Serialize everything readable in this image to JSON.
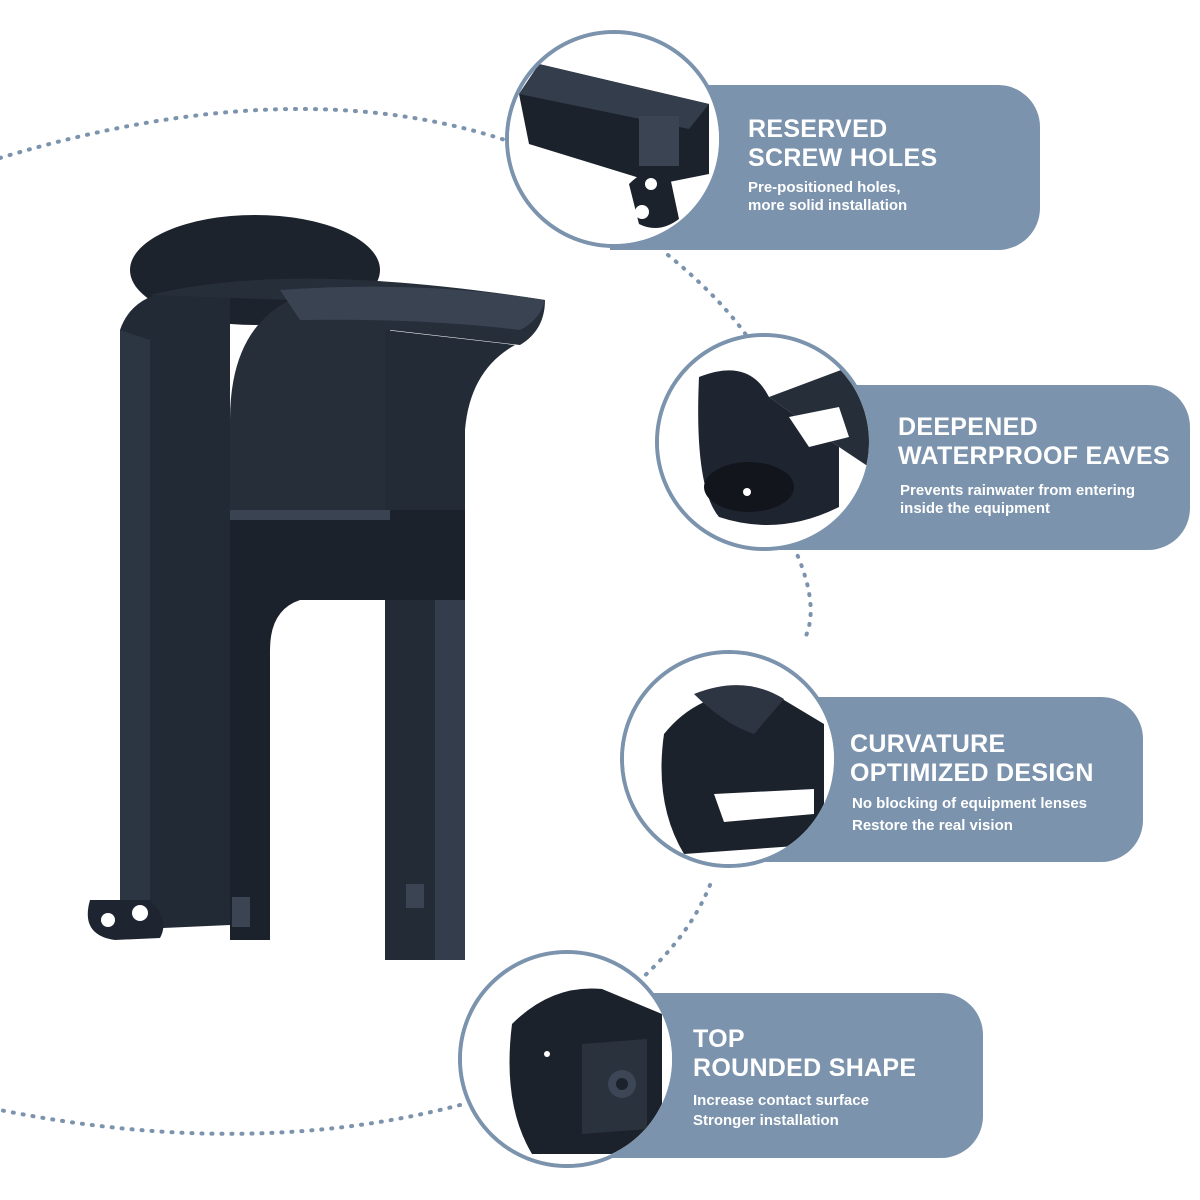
{
  "colors": {
    "card_bg": "#7b93ad",
    "card_text": "#ffffff",
    "dotted_line": "#7b93ad",
    "product": "#1f2530",
    "product_highlight": "#3a4352"
  },
  "features": [
    {
      "title_lines": [
        "RESERVED",
        "SCREW HOLES"
      ],
      "desc_lines": [
        "Pre-positioned holes,",
        "more solid installation"
      ],
      "icon": "screw-hole-closeup-icon"
    },
    {
      "title_lines": [
        "DEEPENED",
        "WATERPROOF EAVES"
      ],
      "desc_lines": [
        "Prevents rainwater from entering",
        "inside the equipment"
      ],
      "icon": "eaves-closeup-icon"
    },
    {
      "title_lines": [
        "CURVATURE",
        "OPTIMIZED DESIGN"
      ],
      "desc_lines": [
        "No blocking of equipment lenses",
        "Restore the real vision"
      ],
      "icon": "curvature-closeup-icon"
    },
    {
      "title_lines": [
        "TOP",
        "ROUNDED SHAPE"
      ],
      "desc_lines": [
        "Increase contact surface",
        "Stronger installation"
      ],
      "icon": "rounded-top-closeup-icon"
    }
  ]
}
